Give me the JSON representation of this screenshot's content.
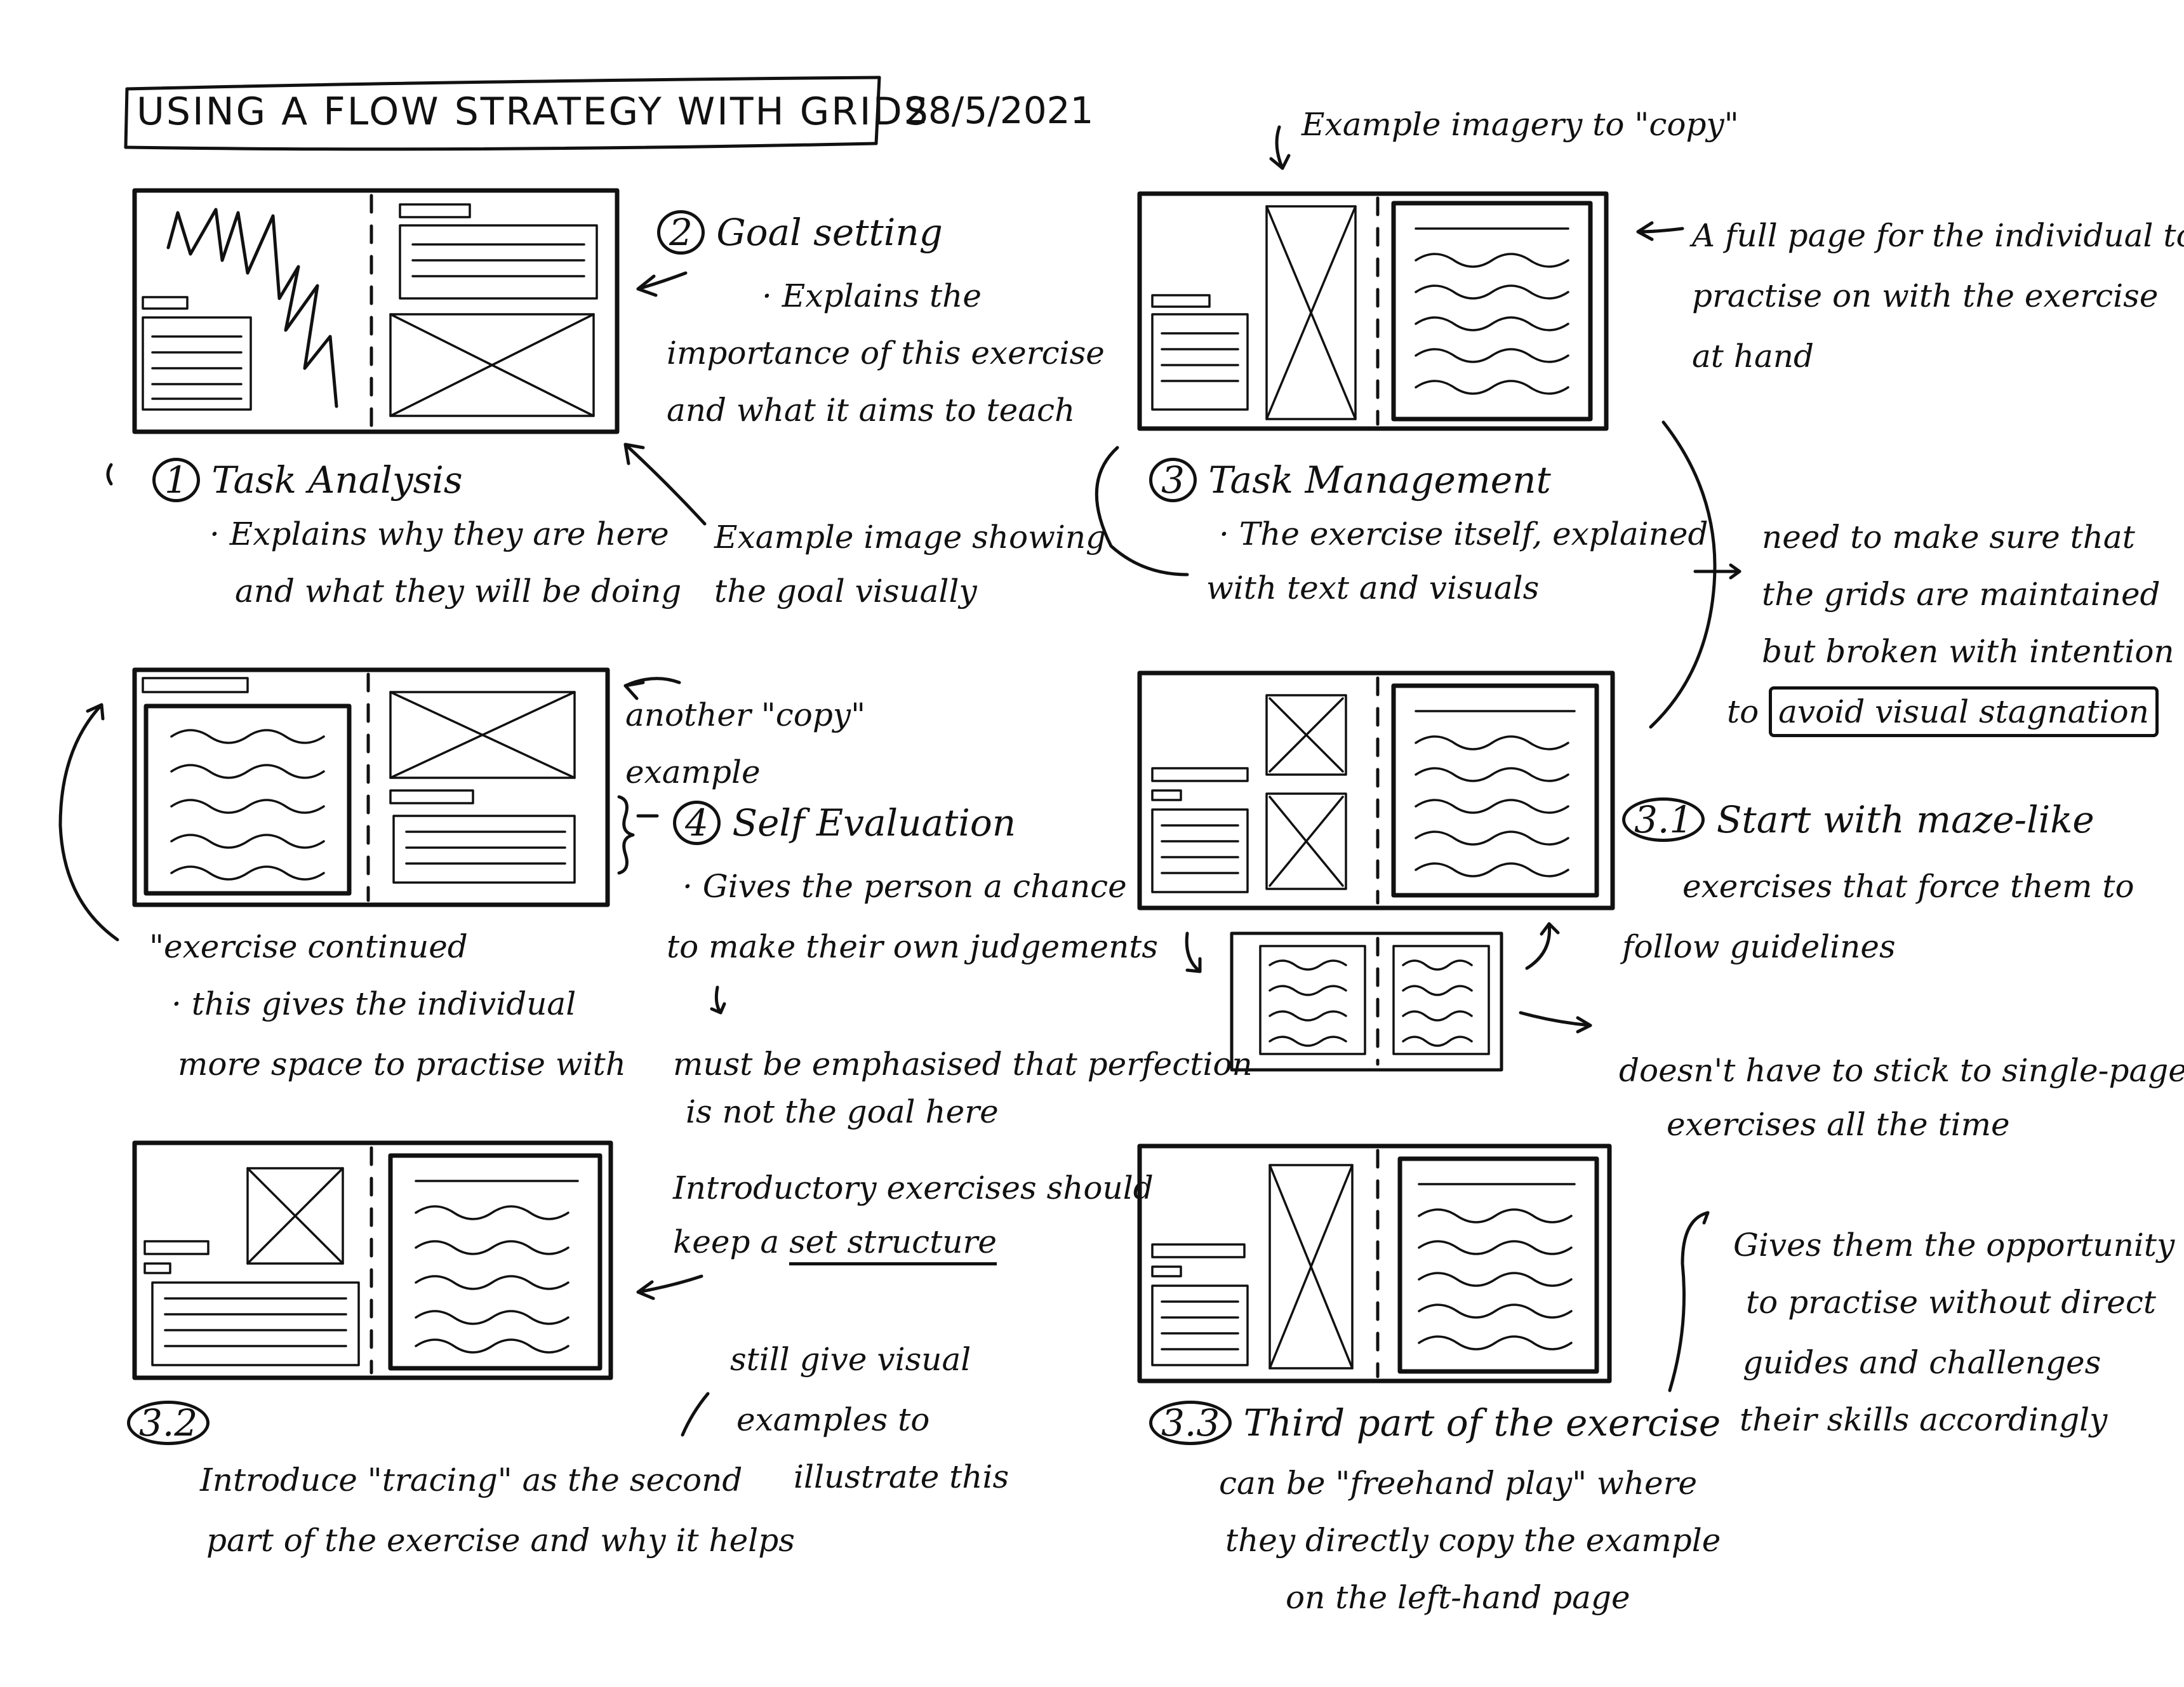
{
  "title": "USING A FLOW STRATEGY WITH GRIDS",
  "date": "28/5/2021",
  "notes": {
    "goal_setting": {
      "number": "2",
      "heading": "Goal setting",
      "lines": [
        "· Explains the",
        "importance of this exercise",
        "and what it aims to teach"
      ]
    },
    "task_analysis": {
      "number": "1",
      "heading": "Task Analysis",
      "lines": [
        "· Explains why they are here",
        "and what they will be doing"
      ]
    },
    "example_image": {
      "lines": [
        "Example image showing",
        "the goal visually"
      ]
    },
    "example_imagery": {
      "lines": [
        "Example imagery to \"copy\""
      ]
    },
    "full_page": {
      "lines": [
        "A full page for the individual to",
        "practise on with the exercise",
        "at hand"
      ]
    },
    "task_management": {
      "number": "3",
      "heading": "Task Management",
      "lines": [
        "· The exercise itself, explained",
        "with text and visuals"
      ]
    },
    "grids": {
      "lines": [
        "need to make sure that",
        "the grids are maintained",
        "but broken with intention"
      ],
      "prefix": "to",
      "boxed": "avoid visual stagnation"
    },
    "another_copy": {
      "lines": [
        "another \"copy\"",
        "example"
      ]
    },
    "self_evaluation": {
      "number": "4",
      "heading": "Self Evaluation",
      "lines": [
        "· Gives the person a chance",
        "to make their own judgements"
      ]
    },
    "exercise_continued": {
      "lines": [
        "\"exercise continued",
        "· this gives the individual",
        "more space to practise with"
      ]
    },
    "perfection": {
      "lines": [
        "must be emphasised that perfection",
        "is not the goal here"
      ]
    },
    "maze": {
      "number": "3.1",
      "lines": [
        "Start with maze-like",
        "exercises that force them to",
        "follow guidelines"
      ]
    },
    "single_page": {
      "lines": [
        "doesn't have to stick to single-page",
        "exercises all the time"
      ]
    },
    "introductory": {
      "line1": "Introductory exercises should",
      "prefix": "keep a",
      "underlined": "set structure"
    },
    "still_give": {
      "lines": [
        "still give visual",
        "examples to",
        "illustrate this"
      ]
    },
    "tracing": {
      "number": "3.2",
      "lines": [
        "Introduce \"tracing\" as the second",
        "part of the exercise and why it helps"
      ]
    },
    "freehand": {
      "number": "3.3",
      "lines": [
        "Third part of the exercise",
        "can be \"freehand play\" where",
        "they directly copy the example",
        "on the left-hand page"
      ]
    },
    "opportunity": {
      "lines": [
        "Gives them the opportunity",
        "to practise without direct",
        "guides and challenges",
        "their skills accordingly"
      ]
    }
  }
}
